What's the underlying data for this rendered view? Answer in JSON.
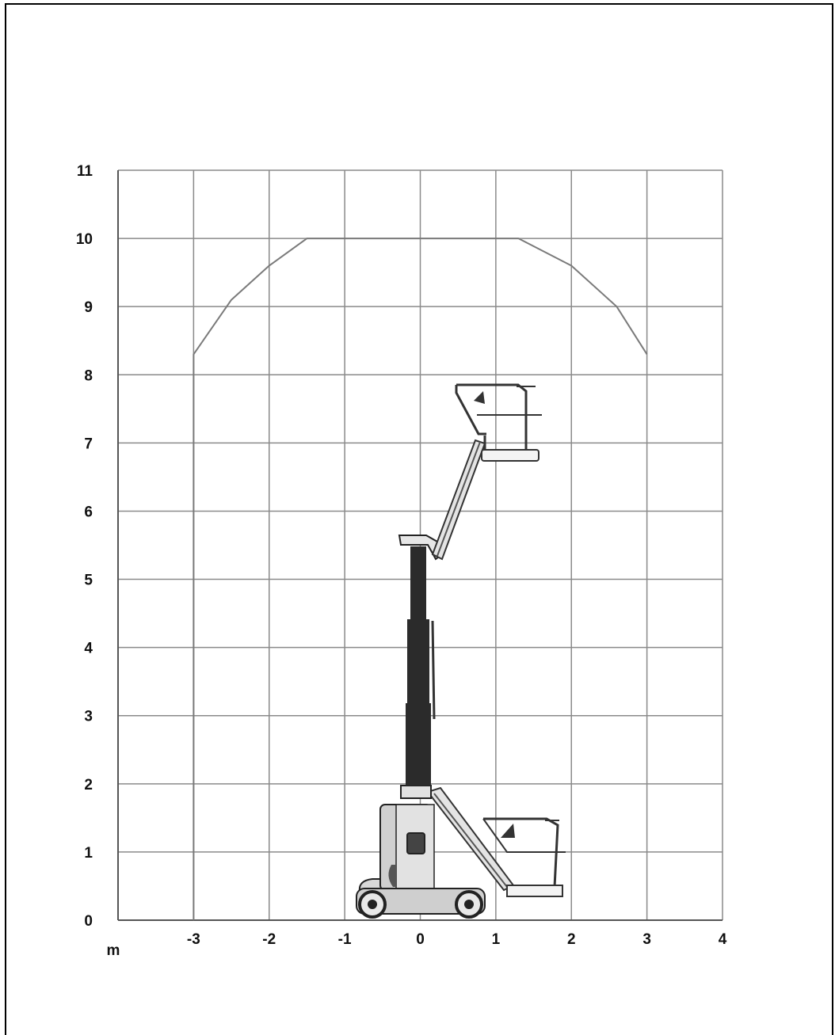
{
  "chart_data": {
    "type": "line",
    "title": "",
    "xlabel": "",
    "ylabel": "",
    "unit_label": "m",
    "xlim": [
      -4,
      4
    ],
    "ylim": [
      0,
      11
    ],
    "grid": true,
    "x_ticks": [
      "-3",
      "-2",
      "-1",
      "0",
      "1",
      "2",
      "3",
      "4"
    ],
    "y_ticks": [
      "0",
      "1",
      "2",
      "3",
      "4",
      "5",
      "6",
      "7",
      "8",
      "9",
      "10",
      "11"
    ],
    "series": [
      {
        "x": [
          -3,
          -3,
          -2.5,
          -2,
          -1.5,
          0,
          1,
          1.3,
          2,
          2.6,
          3
        ],
        "y": [
          0,
          8.3,
          9.1,
          9.6,
          10,
          10,
          10,
          10,
          9.6,
          9.0,
          8.3
        ]
      }
    ],
    "illustration": "vertical-mast-lift-icon"
  },
  "colors": {
    "grid": "#8a8a8a",
    "envelope": "#7a7a7a",
    "mast": "#2b2b2b",
    "machine_body": "#d8d8d8"
  }
}
